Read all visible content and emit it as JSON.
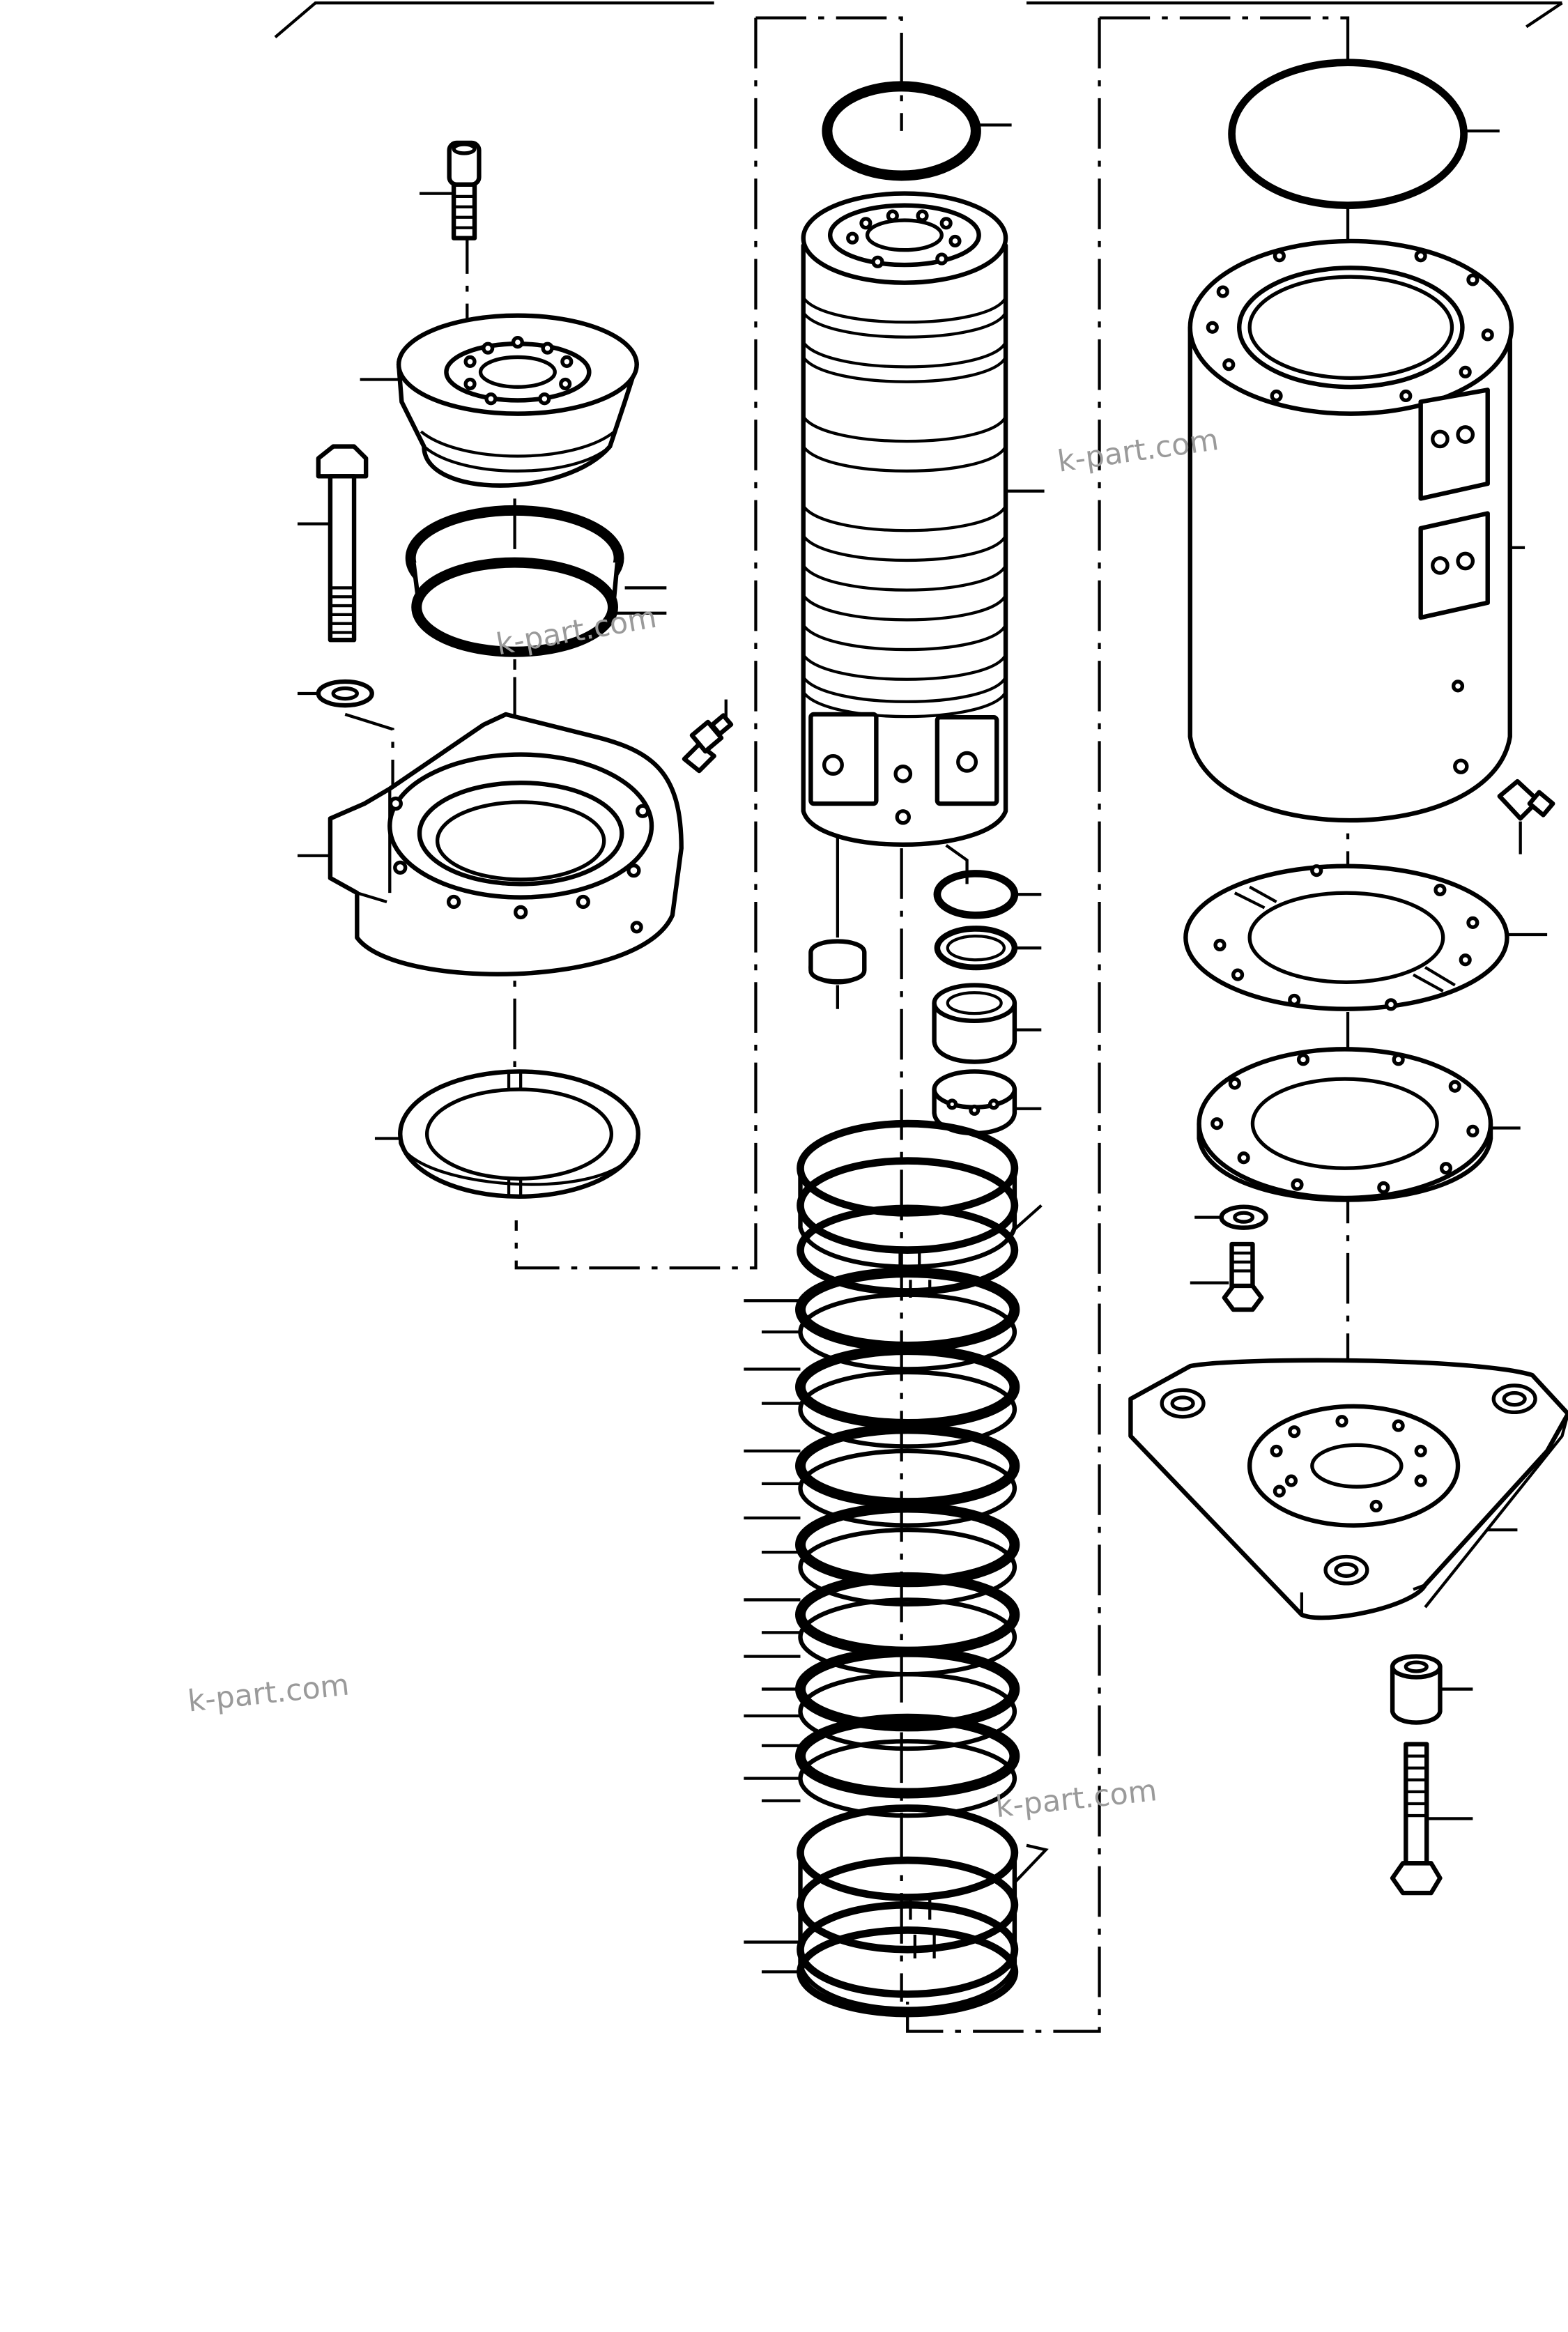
{
  "watermarks": [
    "k-part.com",
    "k-part.com",
    "k-part.com",
    "k-part.com"
  ],
  "parts": {
    "left_column": [
      "cap-screw",
      "top-cover",
      "hex-bolt",
      "seal-ring-pair",
      "washer",
      "grease-nipple",
      "bearing-housing",
      "thrust-washer"
    ],
    "center_column": [
      "o-ring-top",
      "rotor-spool",
      "plug",
      "o-ring-small",
      "backup-ring-small",
      "filter-cup",
      "check-valve",
      "seal-ring-stack"
    ],
    "right_column": [
      "o-ring-large",
      "swivel-housing",
      "grease-nipple-right",
      "split-shim",
      "flange-plate",
      "washer-right",
      "bolt-right",
      "triangular-mount",
      "spacer-sleeve",
      "long-bolt"
    ]
  },
  "ring_pairs": [
    "pair-1",
    "pair-2",
    "pair-3",
    "pair-4",
    "pair-5",
    "pair-6",
    "pair-7",
    "pair-8",
    "pair-9"
  ]
}
